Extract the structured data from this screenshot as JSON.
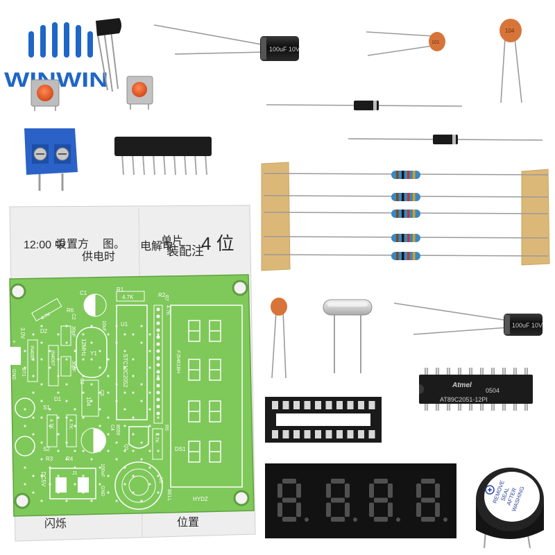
{
  "logo": {
    "text": "WINWIN",
    "color": "#1f66c6"
  },
  "instruction_sheet": {
    "lines": [
      "4 位",
      "装配注",
      "单片",
      "电解电",
      "供电时",
      "图。",
      "设置方",
      "12:00 中",
      "闪烁",
      "位置"
    ]
  },
  "pcb": {
    "color": "#7fc85a",
    "labels": {
      "r1": "R1",
      "r2": "R2",
      "r1_value": "4.7K",
      "c1": "C1",
      "c1_value": "10uF",
      "u1": "U1",
      "mcu": "STC12C2052",
      "crystal": "12MHz",
      "y1": "Y1",
      "c2": "C2",
      "c3": "C3",
      "c30pf_a": "30pF",
      "c30pf_b": "30pF",
      "d1": "D1",
      "d2": "D2",
      "r4_value": "4.7K",
      "r6": "R6",
      "in4007_a": "IN4007",
      "in4007_b": "IN4007",
      "battery": "3.0V",
      "bt1": "BT1",
      "gnd_left": "GND",
      "plus": "+",
      "s1": "S1",
      "s2": "S2",
      "r3_value": "4.7K",
      "r3": "R3",
      "r4": "R4",
      "dc5v": "DC5V",
      "j1": "J1",
      "c4": "C4",
      "c4_value": "100uF",
      "gnd_right": "GND",
      "q1": "Q1",
      "q_model": "8550",
      "r5": "R5",
      "r5_value": "4.7K",
      "u2": "U2",
      "bell": "BELL",
      "ds1": "DS1",
      "c5": "C5",
      "c5_value": "104",
      "brand": "HYDZ",
      "display_ref": "FJ5461BH",
      "r7": "R7",
      "r7_value": "4.7K"
    }
  },
  "components": {
    "ceramic_cap_104": "104",
    "ceramic_cap_101": "101",
    "electrolytic_top": "100uF 10V",
    "electrolytic_right": "100uF 10V",
    "ic_logo": "Atmel",
    "ic_date": "0504",
    "ic_model": "AT89C2051-12PI",
    "buzzer_sticker": [
      "REMOVE",
      "SEAL",
      "AFTER",
      "WASHING"
    ],
    "display_digits": [
      "8",
      "8",
      "8",
      "8"
    ]
  },
  "colors": {
    "pcb_green": "#7fc85a",
    "terminal_blue": "#2b62c8",
    "button_red": "#e8582a",
    "tape_tan": "#dcb878",
    "resistor_blue": "#3a88c2",
    "ceramic_orange": "#d7743a",
    "display_black": "#121212"
  }
}
